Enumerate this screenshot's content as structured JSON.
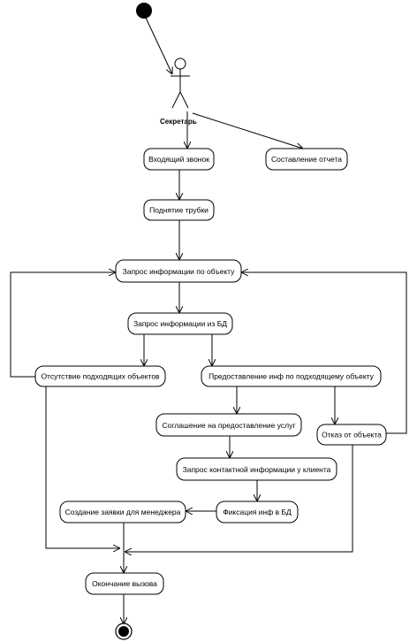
{
  "actor": {
    "label": "Секретарь"
  },
  "nodes": {
    "incoming_call": "Входящий звонок",
    "make_report": "Составление отчета",
    "pick_up_phone": "Поднятие трубки",
    "request_object_info": "Запрос информации по объекту",
    "request_db_info": "Запрос информации из БД",
    "no_matching_objects": "Отсутствие подходящих объектов",
    "provide_matching_info": "Предоставление инф по подходящему объекту",
    "service_agreement": "Соглашение на предоставление услуг",
    "object_refusal": "Отказ от объекта",
    "request_client_contact": "Запрос контактной информации у клиента",
    "create_manager_request": "Создание заявки для менеджера",
    "record_in_db": "Фиксация инф в БД",
    "end_call": "Окончание вызова"
  }
}
